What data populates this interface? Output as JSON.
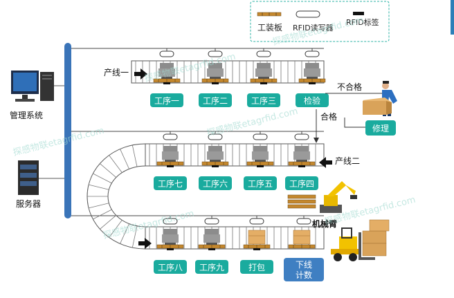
{
  "legend": {
    "pallet_label": "工装板",
    "reader_label": "RFID读写器",
    "tag_label": "RFID标签"
  },
  "left": {
    "management_label": "管理系统",
    "server_label": "服务器"
  },
  "line1": {
    "label": "产线一",
    "stations": [
      "工序一",
      "工序二",
      "工序三",
      "检验"
    ]
  },
  "inspection": {
    "reject_label": "不合格",
    "pass_label": "合格",
    "repair_label": "修理"
  },
  "line2": {
    "label": "产线二",
    "stations": [
      "工序七",
      "工序六",
      "工序五",
      "工序四"
    ]
  },
  "robot_label": "机械臂",
  "line3": {
    "stations": [
      "工序八",
      "工序九",
      "打包"
    ],
    "counter_label_line1": "下线",
    "counter_label_line2": "计数"
  },
  "watermark": "探感物联etagrfid.com",
  "colors": {
    "station_fill": "#1aab9e",
    "counter_fill": "#3f7fc2",
    "bus": "#3a74b8",
    "legend_border": "#2db3a6"
  }
}
